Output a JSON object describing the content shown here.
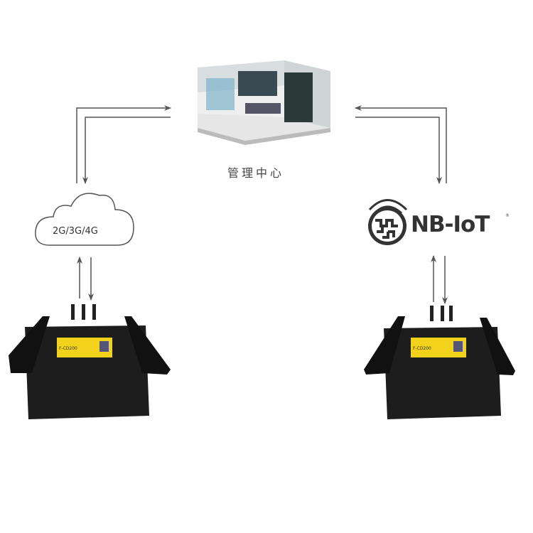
{
  "center": {
    "label": "管理中心"
  },
  "network_left": {
    "label": "2G/3G/4G"
  },
  "network_right": {
    "label": "NB-IoT",
    "trademark": "®"
  },
  "devices": [
    {
      "model": "F-CD200"
    },
    {
      "model": "F-CD200"
    }
  ],
  "colors": {
    "arrow": "#555555",
    "device": "#1a1a1a",
    "label": "#f2d21a"
  }
}
